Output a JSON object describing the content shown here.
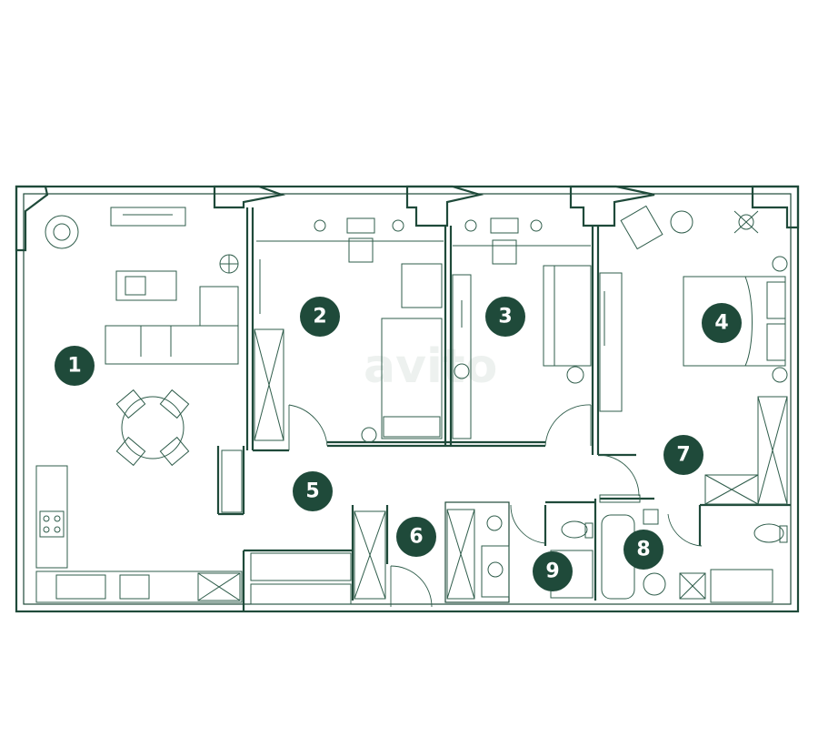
{
  "rooms": [
    {
      "num": "1"
    },
    {
      "num": "2"
    },
    {
      "num": "3"
    },
    {
      "num": "4"
    },
    {
      "num": "5"
    },
    {
      "num": "6"
    },
    {
      "num": "7"
    },
    {
      "num": "8"
    },
    {
      "num": "9"
    }
  ],
  "watermark": {
    "text": "avito"
  },
  "colors": {
    "wall": "#1f4a3a",
    "badge": "#1f4a3a",
    "badge_text": "#ffffff",
    "background": "#ffffff"
  }
}
